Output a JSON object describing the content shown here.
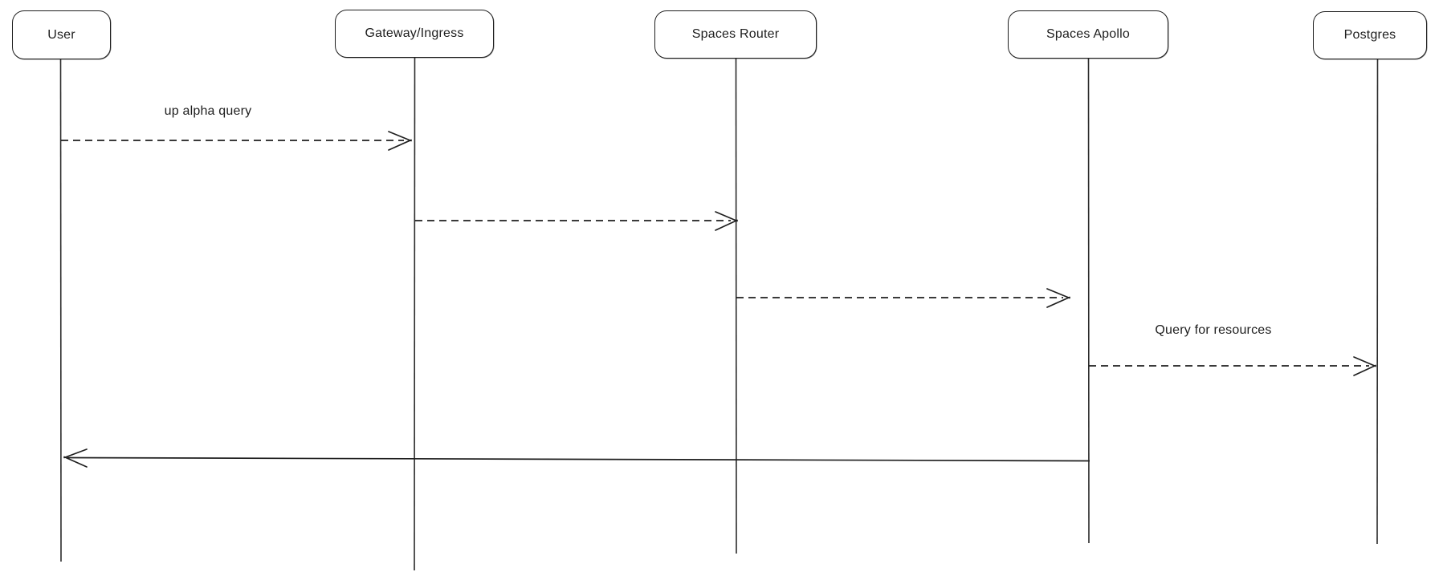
{
  "diagram": {
    "type": "sequence-diagram",
    "background_color": "#ffffff",
    "stroke_color": "#1e1e1e",
    "actors": [
      {
        "label": "User"
      },
      {
        "label": "Gateway/Ingress"
      },
      {
        "label": "Spaces Router"
      },
      {
        "label": "Spaces Apollo"
      },
      {
        "label": "Postgres"
      }
    ],
    "messages": [
      {
        "from": "User",
        "to": "Gateway/Ingress",
        "label": "up alpha query",
        "style": "dashed"
      },
      {
        "from": "Gateway/Ingress",
        "to": "Spaces Router",
        "label": "",
        "style": "dashed"
      },
      {
        "from": "Spaces Router",
        "to": "Spaces Apollo",
        "label": "",
        "style": "dashed"
      },
      {
        "from": "Spaces Apollo",
        "to": "Postgres",
        "label": "Query for resources",
        "style": "dashed"
      },
      {
        "from": "Spaces Apollo",
        "to": "User",
        "label": "",
        "style": "solid"
      }
    ]
  }
}
